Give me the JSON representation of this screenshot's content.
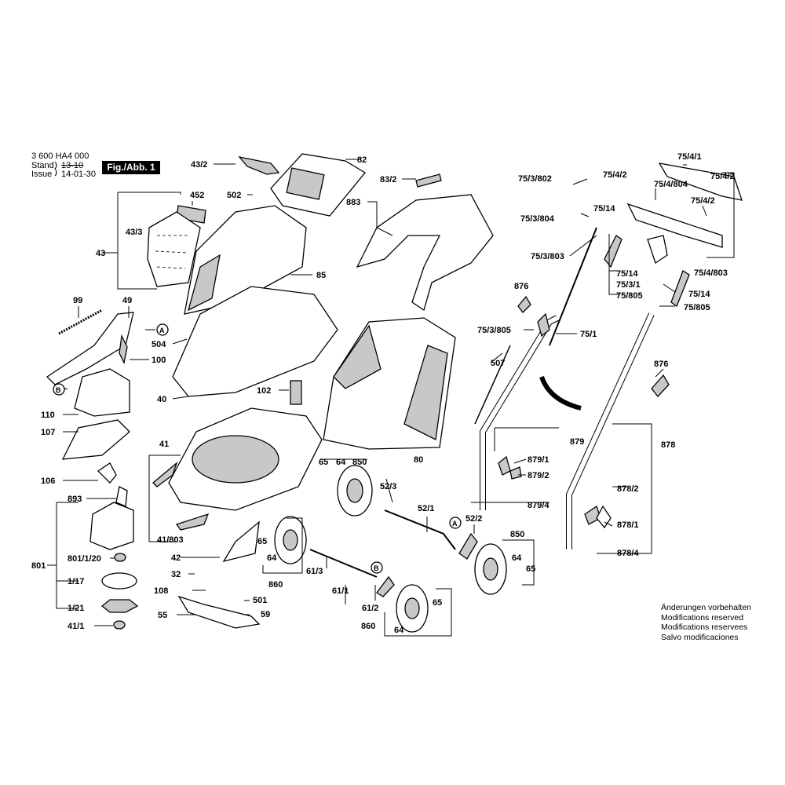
{
  "header": {
    "part_number": "3 600 HA4 000",
    "stand_label": "Stand",
    "issue_label": "Issue",
    "stand_date": "13-10",
    "issue_date": "14-01-30",
    "figure_label": "Fig./Abb. 1"
  },
  "notes": [
    "Änderungen vorbehalten",
    "Modifications reserved",
    "Modifications reservees",
    "Salvo modificaciones"
  ],
  "labels": [
    "43/2",
    "82",
    "452",
    "502",
    "83/2",
    "883",
    "43/3",
    "43",
    "85",
    "99",
    "49",
    "A",
    "504",
    "100",
    "B",
    "102",
    "40",
    "110",
    "107",
    "41",
    "65",
    "64",
    "850",
    "52/3",
    "80",
    "106",
    "893",
    "52/1",
    "A",
    "52/2",
    "41/803",
    "801",
    "801/1/20",
    "42",
    "65",
    "64",
    "61/3",
    "B",
    "1/17",
    "32",
    "860",
    "108",
    "61/1",
    "61/2",
    "1/21",
    "501",
    "55",
    "59",
    "41/1",
    "850",
    "64",
    "65",
    "860",
    "65",
    "64",
    "75/3/802",
    "75/4/2",
    "75/4/1",
    "75/4/2",
    "75/4/804",
    "75/3/804",
    "75/14",
    "75/4/2",
    "75/3/803",
    "75/4/803",
    "75/14",
    "75/3/1",
    "876",
    "75/805",
    "75/14",
    "75/805",
    "75/3/805",
    "75/1",
    "507",
    "876",
    "879",
    "878",
    "879/1",
    "879/2",
    "879/4",
    "878/2",
    "878/1",
    "878/4"
  ]
}
